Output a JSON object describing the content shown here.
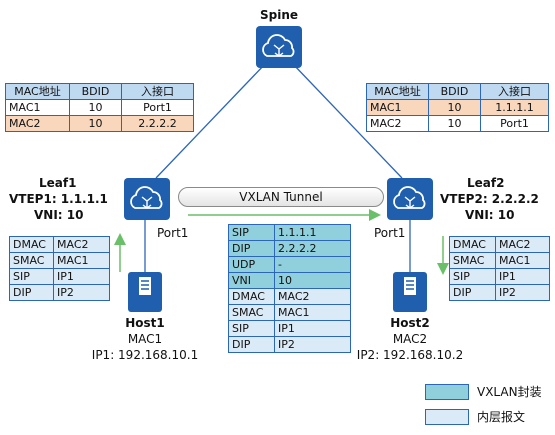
{
  "colors": {
    "line": "#2c66b8",
    "arrow": "#6abf69",
    "device": "#1f5fae",
    "header_fill": "#bfd9f0",
    "highlight_fill": "#f9d7bd",
    "vxlan_fill": "#8fd0dc",
    "inner_fill": "#dbeaf7"
  },
  "spine": {
    "name": "Spine",
    "icon": "router-cloud-icon"
  },
  "leaf1": {
    "name": "Leaf1",
    "vtep": "VTEP1: 1.1.1.1",
    "vni": "VNI: 10",
    "port": "Port1",
    "icon": "router-cloud-icon"
  },
  "leaf2": {
    "name": "Leaf2",
    "vtep": "VTEP2: 2.2.2.2",
    "vni": "VNI: 10",
    "port": "Port1",
    "icon": "router-cloud-icon"
  },
  "tunnel": {
    "label": "VXLAN Tunnel"
  },
  "host1": {
    "name": "Host1",
    "mac": "MAC1",
    "ip": "IP1: 192.168.10.1",
    "icon": "server-icon"
  },
  "host2": {
    "name": "Host2",
    "mac": "MAC2",
    "ip": "IP2: 192.168.10.2",
    "icon": "server-icon"
  },
  "mac_table_left": {
    "headers": [
      "MAC地址",
      "BDID",
      "入接口"
    ],
    "rows": [
      [
        "MAC1",
        "10",
        "Port1"
      ],
      [
        "MAC2",
        "10",
        "2.2.2.2"
      ]
    ]
  },
  "mac_table_right": {
    "headers": [
      "MAC地址",
      "BDID",
      "入接口"
    ],
    "rows": [
      [
        "MAC1",
        "10",
        "1.1.1.1"
      ],
      [
        "MAC2",
        "10",
        "Port1"
      ]
    ]
  },
  "packet_left": {
    "rows": [
      [
        "DMAC",
        "MAC2"
      ],
      [
        "SMAC",
        "MAC1"
      ],
      [
        "SIP",
        "IP1"
      ],
      [
        "DIP",
        "IP2"
      ]
    ]
  },
  "packet_right": {
    "rows": [
      [
        "DMAC",
        "MAC2"
      ],
      [
        "SMAC",
        "MAC1"
      ],
      [
        "SIP",
        "IP1"
      ],
      [
        "DIP",
        "IP2"
      ]
    ]
  },
  "packet_center": {
    "outer_rows": [
      [
        "SIP",
        "1.1.1.1"
      ],
      [
        "DIP",
        "2.2.2.2"
      ],
      [
        "UDP",
        "-"
      ],
      [
        "VNI",
        "10"
      ]
    ],
    "inner_rows": [
      [
        "DMAC",
        "MAC2"
      ],
      [
        "SMAC",
        "MAC1"
      ],
      [
        "SIP",
        "IP1"
      ],
      [
        "DIP",
        "IP2"
      ]
    ]
  },
  "legend": {
    "vxlan": "VXLAN封装",
    "inner": "内层报文"
  }
}
